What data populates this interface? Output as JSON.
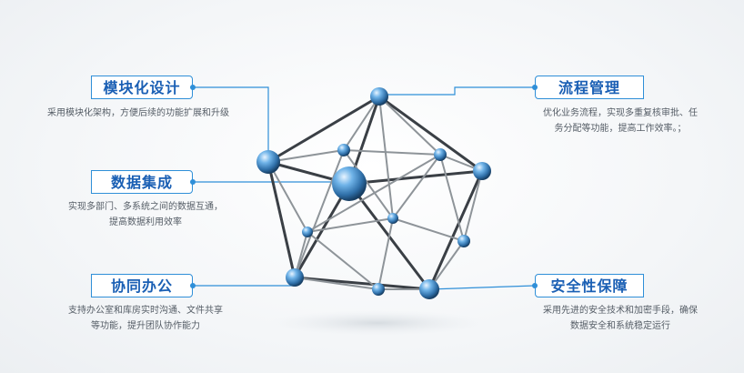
{
  "features": [
    {
      "title": "模块化设计",
      "desc_lines": [
        "采用模块化架构，方便后续的功能扩展和升级"
      ]
    },
    {
      "title": "数据集成",
      "desc_lines": [
        "实现多部门、多系统之间的数据互通，",
        "提高数据利用效率"
      ]
    },
    {
      "title": "协同办公",
      "desc_lines": [
        "支持办公室和库房实时沟通、文件共享",
        "等功能，提升团队协作能力"
      ]
    },
    {
      "title": "流程管理",
      "desc_lines": [
        "优化业务流程，实现多重复核审批、任",
        "务分配等功能，提高工作效率。；"
      ]
    },
    {
      "title": "安全性保障",
      "desc_lines": [
        "采用先进的安全技术和加密手段，确保",
        "数据安全和系统稳定运行"
      ]
    }
  ],
  "colors": {
    "accent": "#2f8fd8",
    "title": "#1a5fb4",
    "node": "#3b8fd0"
  }
}
